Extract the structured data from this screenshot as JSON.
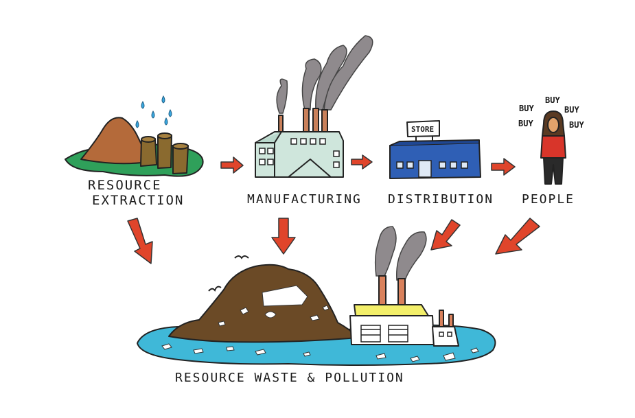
{
  "stages": {
    "extraction": {
      "line1": "RESOURCE",
      "line2": "EXTRACTION"
    },
    "manufacturing": {
      "label": "MANUFACTURING"
    },
    "distribution": {
      "label": "DISTRIBUTION",
      "store_sign": "STORE"
    },
    "people": {
      "label": "PEOPLE",
      "chant": [
        "BUY",
        "BUY",
        "BUY",
        "BUY",
        "BUY"
      ]
    },
    "waste": {
      "label": "RESOURCE WASTE & POLLUTION"
    }
  },
  "colors": {
    "arrow": "#e0452b",
    "water": "#3fb8d8",
    "grass": "#2fa05a",
    "soil": "#b46a3a",
    "factory": "#cfe6dc",
    "store": "#2f5fb5",
    "garbage": "#6b4a26",
    "smoke": "#8f8a8d"
  }
}
